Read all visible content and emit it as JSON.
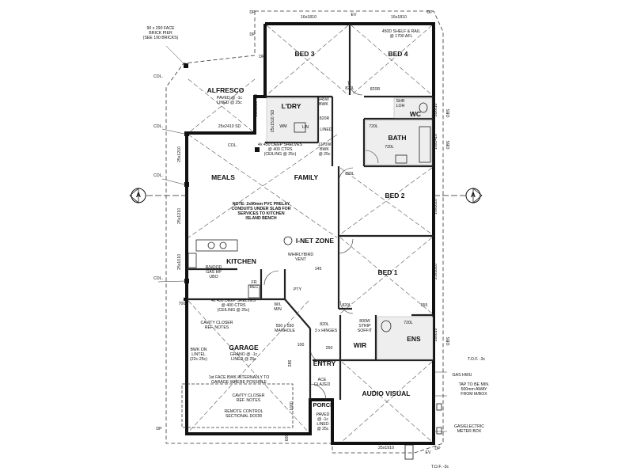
{
  "rooms": {
    "bed3": "BED 3",
    "bed4": "BED 4",
    "alfresco": "ALFRESCO",
    "ldry": "L'DRY",
    "bath": "BATH",
    "meals": "MEALS",
    "family": "FAMILY",
    "bed2": "BED 2",
    "inet_zone": "I-NET ZONE",
    "kitchen": "KITCHEN",
    "bed1": "BED 1",
    "garage": "GARAGE",
    "wir": "WIR",
    "ens": "ENS",
    "entry": "ENTRY",
    "audio_visual": "AUDIO VISUAL",
    "porch": "PORCH",
    "wc": "WC"
  },
  "section": {
    "marker": "A"
  },
  "notes": {
    "brick_pier": "90 x 290 FACE\nBRICK PIER\n(SEE 190 BRICKS)",
    "alfresco_paved": "PAVED @ -1c\nLINED @ 25c",
    "shelf_rail": "450D SHELF & RAIL\n@ 1700 AFL",
    "col_1": "COL.",
    "col_2": "COL.",
    "col_3": "COL.",
    "col_4": "COL.",
    "col_5": "COL.",
    "ldry_shelves": "4x 450 DEEP SHELVES\n@ 400 CTRS\n(CEILING @ 25c)",
    "bwk_945": "945W\nBWK",
    "bwk_1270": "1270W\nBWK\n@ 25c",
    "lined": "LINED",
    "wm": "WM",
    "pvc_note": "NOTE: 2x90mm PVC PRELAY\nCONDUITS UNDER SLAB FOR\nSERVICES TO KITCHEN\nISLAND BENCH",
    "whirlybird": "WHIRLYBIRD\nVENT",
    "rhood": "R/HOOD\nGAS HP\nUBO",
    "fr_rec": "FR\nREC",
    "pty": "PTY",
    "kitchen_shelves": "4x 450 DEEP SHELVES\n@ 400 CTRS\n(CEILING @ 25c)",
    "cavity_closer_1": "CAVITY CLOSER\nREF. NOTES",
    "manhole": "550 x 550\nMANHOLE",
    "hinges": "3 x HINGES",
    "bwk_lintel": "BWK ON\nLINTEL\n(22c-25c)",
    "garage_floor": "GRANO @ -1c\nLINED @ 25c",
    "face_bwk": "1st FACE BWK INTERNALLY TO\nGARAGE WHERE POSSIBLE",
    "cavity_closer_2": "CAVITY CLOSER\nREF. NOTES",
    "remote_door": "REMOTE CONTROL\nSECTIONAL DOOR",
    "strip_soffit": "800W\nSTRIP\nSOFFIT",
    "glazed": "ACE\nGLAZED",
    "porch_paved": "PAVED\n@ -1c\nLINED\n@ 25c",
    "tof_1": "T.O.F. -3c",
    "tof_2": "T.O.F. -3c",
    "gas_hwu": "GAS HWU",
    "tap_note": "TAP TO BE MIN.\n500mm AWAY\nFROM M/BOX",
    "meter_box": "GAS/ELECTRIC\nMETER BOX",
    "dp_1": "DP",
    "dp_2": "DP",
    "dp_3": "DP",
    "dp_4": "DP",
    "dp_5": "DP",
    "dp_6": "DP",
    "ev_1": "EV",
    "ev_2": "EV",
    "obs_1": "OBS",
    "obs_2": "OBS",
    "obs_3": "OBS",
    "wil": "W/L\nM/N",
    "pdr_1": "820R",
    "pdr_2": "720L",
    "lin": "LIN",
    "shr": "SHR\nLOH"
  },
  "dims": {
    "top_bed3": "16x1810",
    "top_bed4": "16x1810",
    "alfresco_sd": "25x1510 SD",
    "alfresco_top": "25x2410 SD",
    "win_ldry": "25x1510 SD",
    "meals_win": "25x1210",
    "meals_win2": "25x1210",
    "kitchen_win": "25x1010",
    "bed2_win": "16x1810",
    "bed1_win": "25x1810",
    "ens_win": "16x610",
    "wc_win": "16x610",
    "bath_win": "16x1410",
    "av_win": "25x1910",
    "d820l_1": "820L",
    "d820r": "820R",
    "d820l_2": "820L",
    "d820l_3": "820L",
    "d820l_4": "820L",
    "d720l": "720L",
    "d720r": "720L",
    "d655": "655",
    "d145": "145",
    "d100": "100",
    "d250": "250",
    "d700": "700",
    "d280": "280",
    "d1600": "1600",
    "d600": "600"
  }
}
